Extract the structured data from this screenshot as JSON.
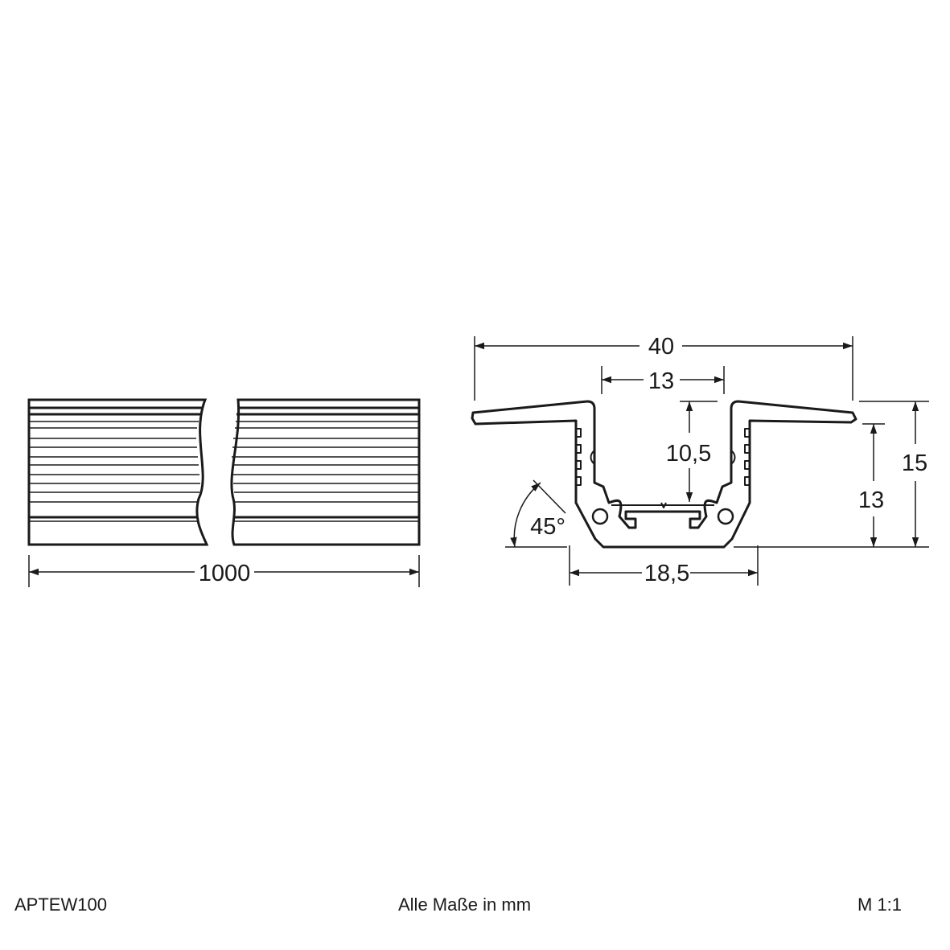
{
  "drawing": {
    "length_view": {
      "length_label": "1000"
    },
    "cross_section": {
      "width_total": "40",
      "width_inner_top": "13",
      "depth_inner": "10,5",
      "width_bottom": "18,5",
      "height_flange": "13",
      "height_total": "15",
      "angle": "45°"
    }
  },
  "footer": {
    "article_number": "APTEW100",
    "units_note": "Alle Maße in mm",
    "scale": "M 1:1"
  }
}
